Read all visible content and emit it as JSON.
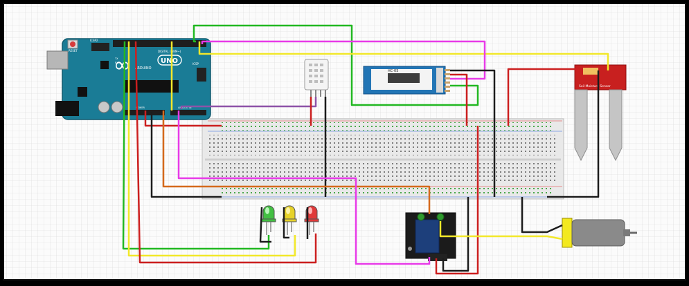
{
  "arduino": {
    "logo_text": "∞",
    "brand": "ARDUINO",
    "model": "UNO",
    "reset_label": "RESET",
    "icsp_label": "ICSP2",
    "icsp_right": "ICSP",
    "digital_label": "DIGITAL (PWM~)",
    "tx_label": "TX",
    "rx_label": "RX",
    "power_label": "POWER",
    "analog_label": "ANALOG IN"
  },
  "bluetooth": {
    "label": "HC-05"
  },
  "soil_sensor": {
    "label": "Soil Moisture Sensor"
  },
  "leds": [
    {
      "color": "#43c043",
      "light": "#b9f5b9",
      "label": ""
    },
    {
      "color": "#e6d22a",
      "light": "#fbf3a8",
      "label": ""
    },
    {
      "color": "#e03a3a",
      "light": "#ffb7b7",
      "label": ""
    }
  ],
  "relay": {
    "label": ""
  },
  "colors": {
    "wire_red": "#cc1f1f",
    "wire_black": "#1c1c1c",
    "wire_green": "#22b822",
    "wire_yellow": "#f2e82a",
    "wire_magenta": "#e83ae8",
    "wire_orange": "#d56a1c",
    "wire_purple": "#8d53a8",
    "arduino_blue": "#1a7c96",
    "sensor_red": "#c8201f",
    "bt_blue": "#2275b5",
    "relay_blue": "#1d3f7b"
  }
}
